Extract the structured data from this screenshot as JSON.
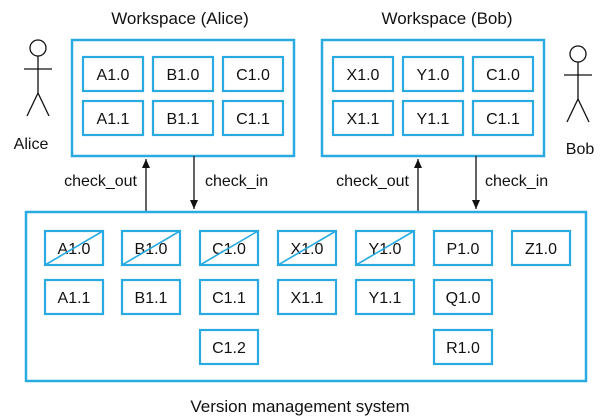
{
  "workspace_alice": {
    "title": "Workspace (Alice)",
    "actor": "Alice",
    "items": [
      "A1.0",
      "B1.0",
      "C1.0",
      "A1.1",
      "B1.1",
      "C1.1"
    ]
  },
  "workspace_bob": {
    "title": "Workspace (Bob)",
    "actor": "Bob",
    "items": [
      "X1.0",
      "Y1.0",
      "C1.0",
      "X1.1",
      "Y1.1",
      "C1.1"
    ]
  },
  "arrows": {
    "alice_check_out": "check_out",
    "alice_check_in": "check_in",
    "bob_check_out": "check_out",
    "bob_check_in": "check_in"
  },
  "vms": {
    "title": "Version management system",
    "items": [
      "A1.0",
      "B1.0",
      "C1.0",
      "X1.0",
      "Y1.0",
      "P1.0",
      "Z1.0",
      "A1.1",
      "B1.1",
      "C1.1",
      "X1.1",
      "Y1.1",
      "Q1.0",
      "C1.2",
      "R1.0"
    ],
    "struck_out": [
      "A1.0",
      "B1.0",
      "C1.0",
      "X1.0",
      "Y1.0"
    ]
  },
  "colors": {
    "box_stroke": "#29abe2",
    "text": "#111111"
  }
}
